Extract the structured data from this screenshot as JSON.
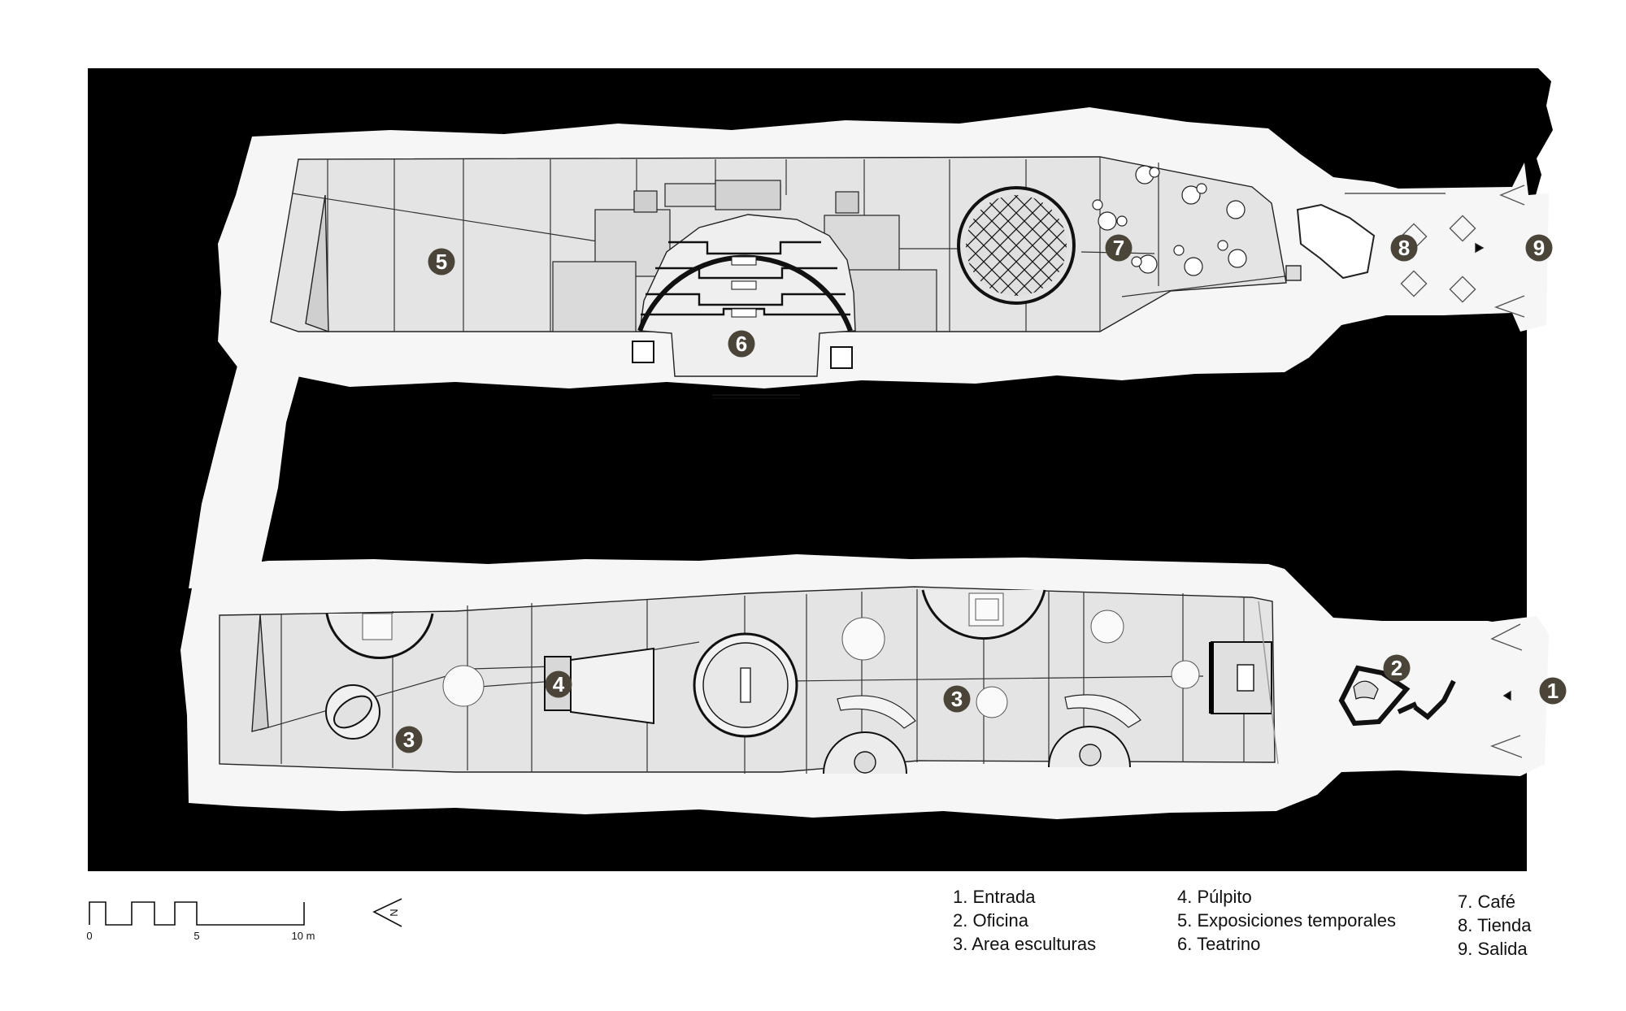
{
  "colors": {
    "rock": "#000000",
    "floor": "#f5f5f5",
    "room": "#e4e4e4",
    "line": "#222222",
    "badge": "#4a4538",
    "badge_text": "#ffffff"
  },
  "markers": [
    {
      "id": "1",
      "label": "1"
    },
    {
      "id": "2",
      "label": "2"
    },
    {
      "id": "3a",
      "label": "3"
    },
    {
      "id": "3b",
      "label": "3"
    },
    {
      "id": "4",
      "label": "4"
    },
    {
      "id": "5",
      "label": "5"
    },
    {
      "id": "6",
      "label": "6"
    },
    {
      "id": "7",
      "label": "7"
    },
    {
      "id": "8",
      "label": "8"
    },
    {
      "id": "9",
      "label": "9"
    }
  ],
  "legend": {
    "col1": [
      "1. Entrada",
      "2. Oficina",
      "3. Area esculturas"
    ],
    "col2": [
      "4. Púlpito",
      "5. Exposiciones temporales",
      "6. Teatrino"
    ],
    "col3": [
      "7. Café",
      "8. Tienda",
      "9. Salida"
    ]
  },
  "scale_bar": {
    "labels": [
      "0",
      "5",
      "10 m"
    ]
  },
  "north_arrow": {
    "label": "N",
    "icon": "north-arrow-icon"
  }
}
